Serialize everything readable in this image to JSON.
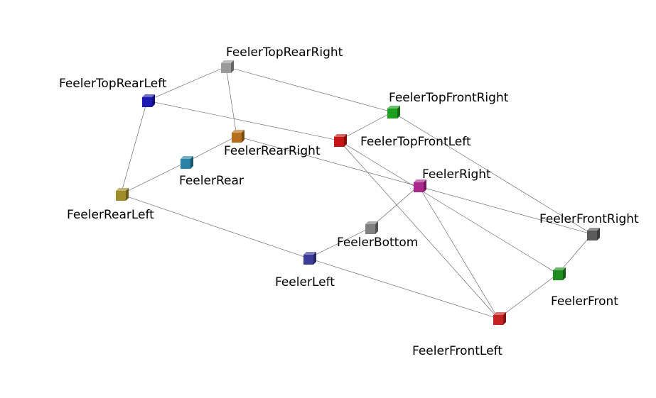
{
  "diagram": {
    "nodes": [
      {
        "id": "FeelerTopRearRight",
        "label": "FeelerTopRearRight",
        "color": "#9a9a9a"
      },
      {
        "id": "FeelerTopRearLeft",
        "label": "FeelerTopRearLeft",
        "color": "#1c1cb4"
      },
      {
        "id": "FeelerTopFrontRight",
        "label": "FeelerTopFrontRight",
        "color": "#1ea01e"
      },
      {
        "id": "FeelerTopFrontLeft",
        "label": "FeelerTopFrontLeft",
        "color": "#c41414"
      },
      {
        "id": "FeelerRearRight",
        "label": "FeelerRearRight",
        "color": "#b46e1e"
      },
      {
        "id": "FeelerRear",
        "label": "FeelerRear",
        "color": "#2a82a6"
      },
      {
        "id": "FeelerRight",
        "label": "FeelerRight",
        "color": "#aa2a8c"
      },
      {
        "id": "FeelerRearLeft",
        "label": "FeelerRearLeft",
        "color": "#a08c2a"
      },
      {
        "id": "FeelerBottom",
        "label": "FeelerBottom",
        "color": "#808080"
      },
      {
        "id": "FeelerFrontRight",
        "label": "FeelerFrontRight",
        "color": "#5a5a5a"
      },
      {
        "id": "FeelerLeft",
        "label": "FeelerLeft",
        "color": "#3c3c96"
      },
      {
        "id": "FeelerFront",
        "label": "FeelerFront",
        "color": "#1e8c1e"
      },
      {
        "id": "FeelerFrontLeft",
        "label": "FeelerFrontLeft",
        "color": "#c42222"
      }
    ],
    "edges": [
      [
        "FeelerTopRearLeft",
        "FeelerTopRearRight"
      ],
      [
        "FeelerTopRearRight",
        "FeelerTopFrontRight"
      ],
      [
        "FeelerTopRearRight",
        "FeelerRearRight"
      ],
      [
        "FeelerTopRearLeft",
        "FeelerTopFrontLeft"
      ],
      [
        "FeelerTopRearLeft",
        "FeelerRearLeft"
      ],
      [
        "FeelerTopFrontLeft",
        "FeelerTopFrontRight"
      ],
      [
        "FeelerTopFrontRight",
        "FeelerFrontRight"
      ],
      [
        "FeelerTopFrontLeft",
        "FeelerFrontLeft"
      ],
      [
        "FeelerTopFrontLeft",
        "FeelerFront"
      ],
      [
        "FeelerRearRight",
        "FeelerRear"
      ],
      [
        "FeelerRear",
        "FeelerRearLeft"
      ],
      [
        "FeelerRearRight",
        "FeelerFrontRight"
      ],
      [
        "FeelerRearLeft",
        "FeelerLeft"
      ],
      [
        "FeelerLeft",
        "FeelerBottom"
      ],
      [
        "FeelerBottom",
        "FeelerRight"
      ],
      [
        "FeelerRight",
        "FeelerFrontLeft"
      ],
      [
        "FeelerLeft",
        "FeelerFrontLeft"
      ],
      [
        "FeelerFrontLeft",
        "FeelerFront"
      ],
      [
        "FeelerFront",
        "FeelerFrontRight"
      ]
    ]
  }
}
